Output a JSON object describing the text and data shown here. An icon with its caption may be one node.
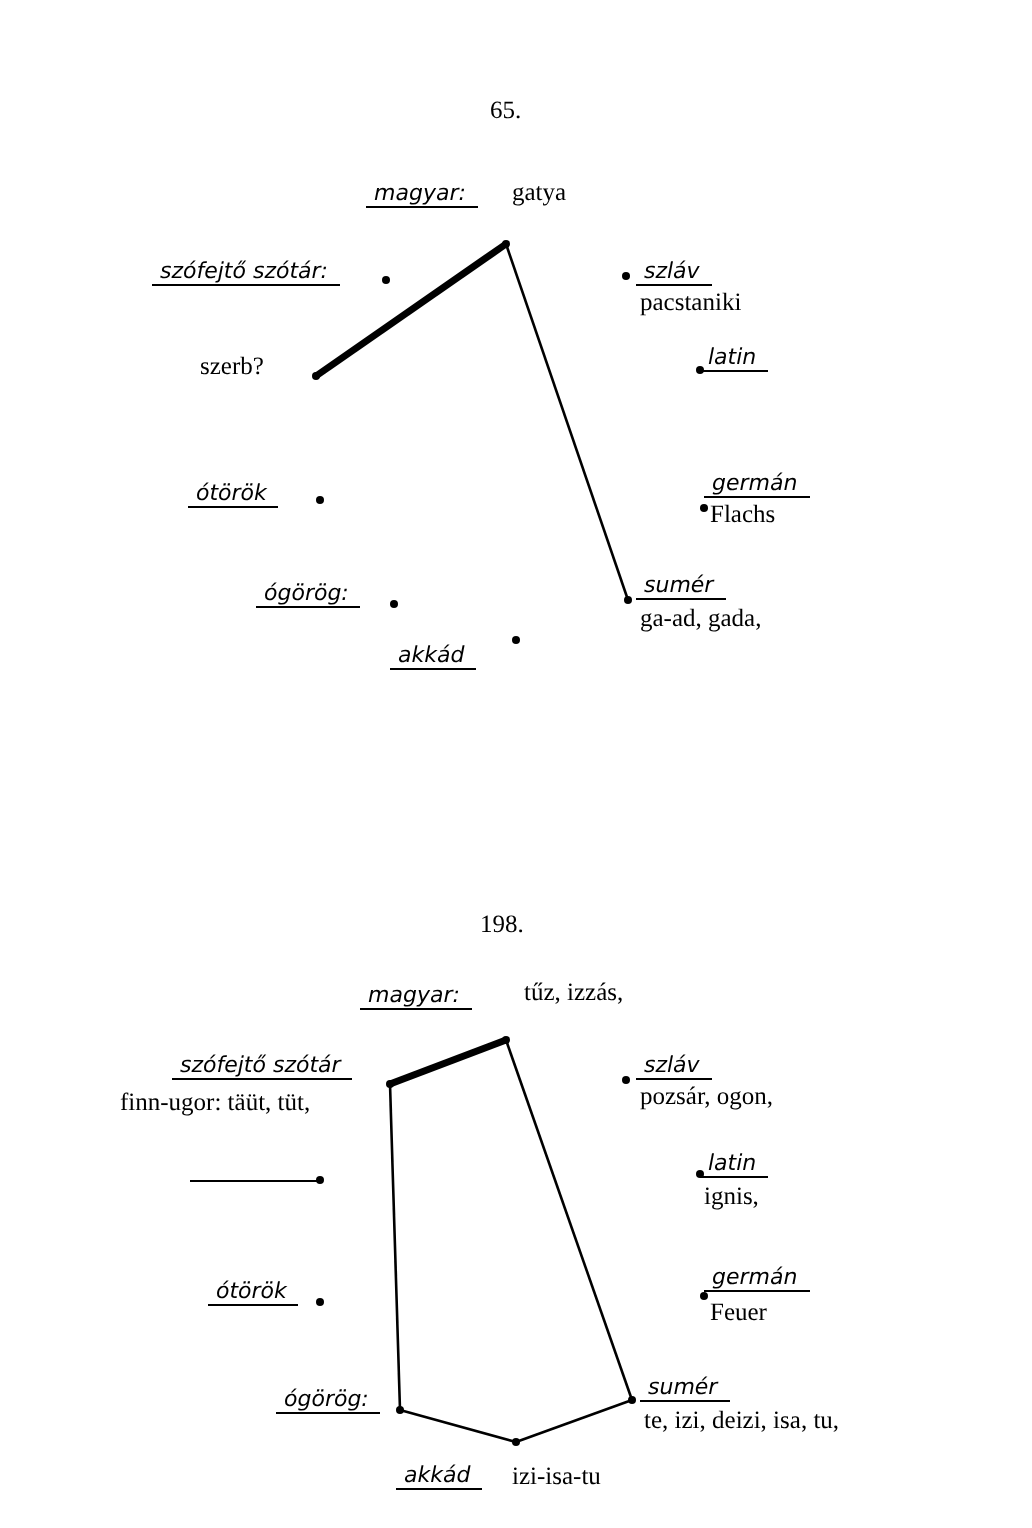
{
  "diagram": {
    "nodes": [
      {
        "text": [
          "magyar:",
          "gatya"
        ]
      },
      {
        "text": [
          "szófejtő szótár:"
        ]
      },
      {
        "text": [
          "szerb?"
        ]
      },
      {
        "text": [
          "szláv",
          "pacstaniki"
        ]
      },
      {
        "text": [
          "latin"
        ]
      },
      {
        "text": [
          "ótörök"
        ]
      },
      {
        "text": [
          "germán",
          "Flachs"
        ]
      },
      {
        "text": [
          "ógörög:"
        ]
      },
      {
        "text": [
          "sumér",
          "ga-ad, gada,"
        ]
      },
      {
        "text": [
          "akkád"
        ]
      },
      {
        "text": [
          "magyar:",
          "tűz, izzás,"
        ]
      },
      {
        "text": [
          "szófejtő szótár",
          "finn-ugor: täüt, tüt,"
        ]
      },
      {
        "text": [],
        "shape": "bar"
      },
      {
        "text": [
          "szláv",
          "pozsár, ogon,"
        ]
      },
      {
        "text": [
          "latin",
          "ignis,"
        ]
      },
      {
        "text": [
          "ótörök"
        ]
      },
      {
        "text": [
          "germán",
          "Feuer"
        ]
      },
      {
        "text": [
          "ógörög:"
        ]
      },
      {
        "text": [
          "sumér",
          "te, izi, deizi, isa, tu,"
        ]
      },
      {
        "text": [
          "akkád",
          "izi-isa-tu"
        ]
      }
    ],
    "edges": [
      {
        "from": 0,
        "to": 2,
        "arrow": "none",
        "style": "thick"
      },
      {
        "from": 0,
        "to": 8,
        "arrow": "none"
      },
      {
        "from": 10,
        "to": 11,
        "arrow": "none",
        "style": "thick"
      },
      {
        "from": 11,
        "to": 17,
        "arrow": "none"
      },
      {
        "from": 17,
        "to": 19,
        "arrow": "none"
      },
      {
        "from": 19,
        "to": 18,
        "arrow": "none"
      },
      {
        "from": 18,
        "to": 10,
        "arrow": "none"
      }
    ],
    "labels": [
      "65.",
      "198."
    ]
  }
}
